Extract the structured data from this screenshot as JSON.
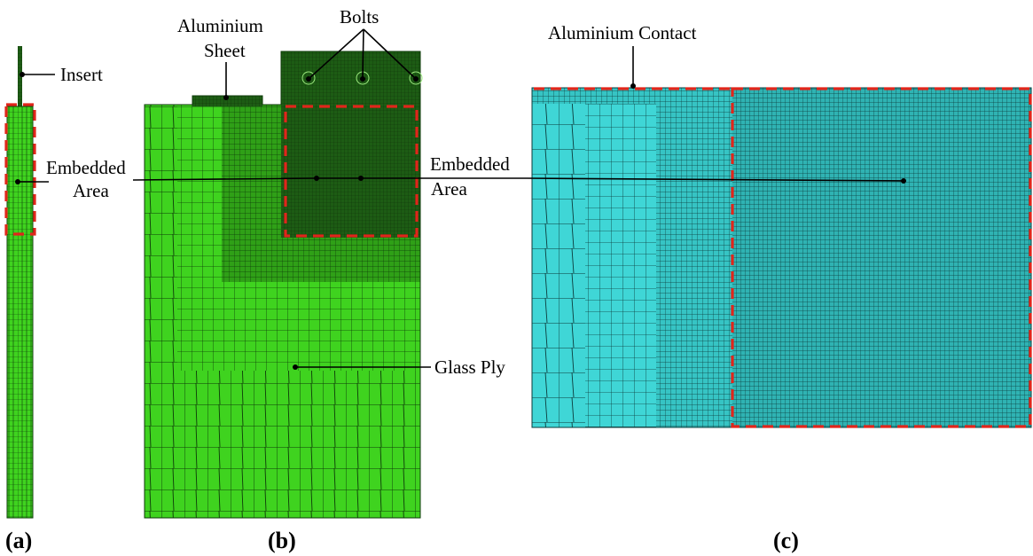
{
  "colors": {
    "glass_ply": "#3fd31f",
    "glass_mesh": "#0d3a08",
    "insert_dense": "#1d5c14",
    "aluminium_contact": "#3fd6d6",
    "aluminium_mesh": "#0b3b3b",
    "embedded_box": "#e0261b"
  },
  "panel_a": {
    "caption": "(a)",
    "labels": {
      "insert": "Insert",
      "embedded_line1": "Embedded",
      "embedded_line2": "Area"
    }
  },
  "panel_b": {
    "caption": "(b)",
    "labels": {
      "aluminium_line1": "Aluminium",
      "aluminium_line2": "Sheet",
      "bolts": "Bolts",
      "embedded_line1": "Embedded",
      "embedded_line2": "Area",
      "glass_ply": "Glass Ply"
    }
  },
  "panel_c": {
    "caption": "(c)",
    "labels": {
      "aluminium_contact": "Aluminium Contact"
    }
  }
}
